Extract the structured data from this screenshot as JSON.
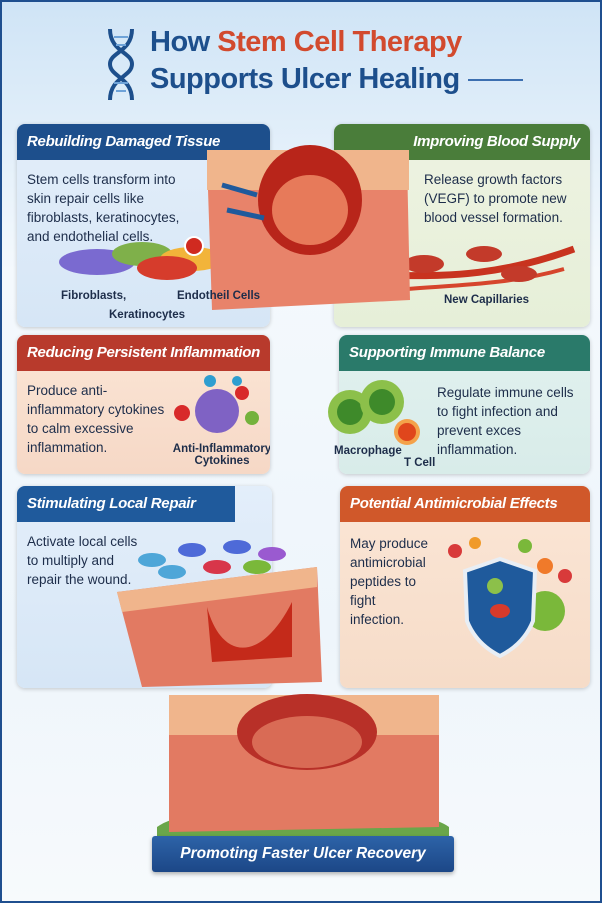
{
  "title": {
    "part1": "How ",
    "highlight": "Stem Cell Therapy",
    "line2": "Supports Ulcer Healing"
  },
  "cards": [
    {
      "title": "Rebuilding Damaged Tissue",
      "text": "Stem cells transform into skin repair cells like fibroblasts, keratinocytes, and endothelial cells.",
      "labels": [
        "Fibroblasts,",
        "Keratinocytes",
        "Endotheil Cells"
      ],
      "color": "#1d4f8c"
    },
    {
      "title": "Improving Blood Supply",
      "text": "Release growth factors (VEGF) to promote new blood vessel formation.",
      "labels": [
        "New Capillaries"
      ],
      "color": "#4a7d3a"
    },
    {
      "title": "Reducing Persistent Inflammation",
      "text": "Produce anti-inflammatory cytokines to calm excessive inflammation.",
      "labels": [
        "Anti-Inflammatory Cytokines"
      ],
      "color": "#b83a2c"
    },
    {
      "title": "Supporting Immune Balance",
      "text": "Regulate immune cells to fight infection and prevent exces inflammation.",
      "labels": [
        "Macrophage",
        "T Cell"
      ],
      "color": "#2a7a6a"
    },
    {
      "title": "Stimulating Local Repair",
      "text": "Activate local cells to multiply and repair the wound.",
      "labels": [],
      "color": "#1f5a9c"
    },
    {
      "title": "Potential Antimicrobial Effects",
      "text": "May produce antimicrobial peptides to fight infection.",
      "labels": [],
      "color": "#d0582a"
    }
  ],
  "footer": {
    "banner": "Promoting Faster Ulcer Recovery"
  }
}
